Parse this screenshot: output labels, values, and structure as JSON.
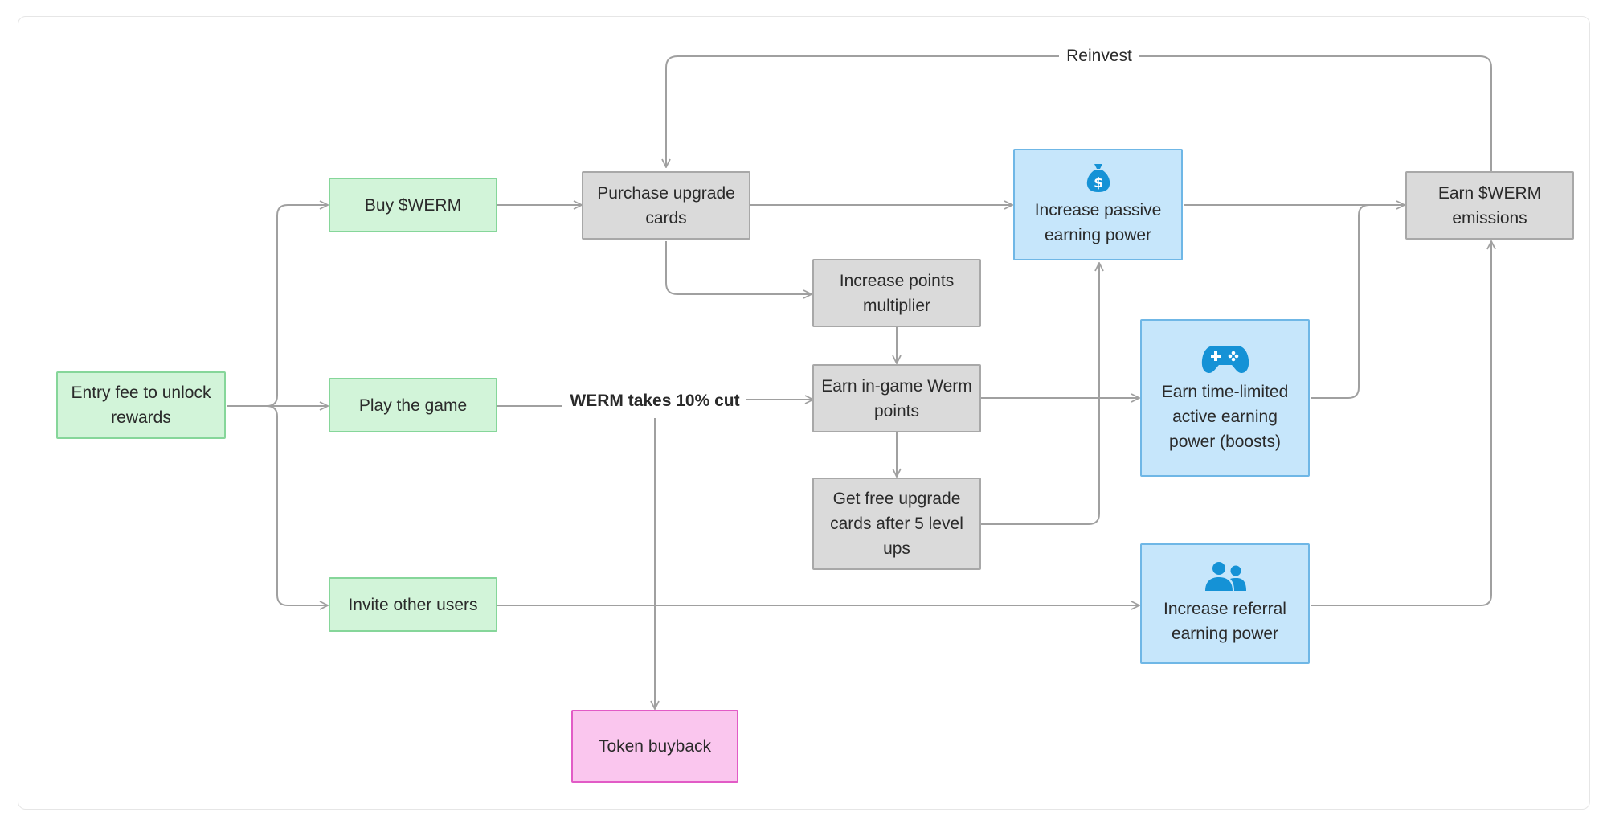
{
  "colors": {
    "start_node": "#d2f4d9",
    "action_node": "#dadada",
    "earning_node": "#c6e6fb",
    "buyback_node": "#fac6ee",
    "icon": "#1592d6",
    "edge": "#a0a0a0"
  },
  "nodes": {
    "entry_fee": [
      "Entry fee to unlock",
      "rewards"
    ],
    "buy_werm": [
      "Buy $WERM"
    ],
    "play_game": [
      "Play the game"
    ],
    "invite_users": [
      "Invite other users"
    ],
    "purchase_cards": [
      "Purchase upgrade",
      "cards"
    ],
    "points_multiplier": [
      "Increase points",
      "multiplier"
    ],
    "earn_points": [
      "Earn in-game Werm",
      "points"
    ],
    "free_cards": [
      "Get free upgrade",
      "cards after 5 level",
      "ups"
    ],
    "passive_power": [
      "Increase passive",
      "earning power"
    ],
    "active_power": [
      "Earn time-limited",
      "active earning",
      "power (boosts)"
    ],
    "referral_power": [
      "Increase referral",
      "earning power"
    ],
    "emissions": [
      "Earn $WERM",
      "emissions"
    ],
    "token_buyback": [
      "Token buyback"
    ]
  },
  "icons": {
    "passive_power": "money-bag-icon",
    "active_power": "gamepad-icon",
    "referral_power": "users-icon"
  },
  "edge_labels": {
    "reinvest": "Reinvest",
    "werm_cut": "WERM takes 10% cut"
  }
}
